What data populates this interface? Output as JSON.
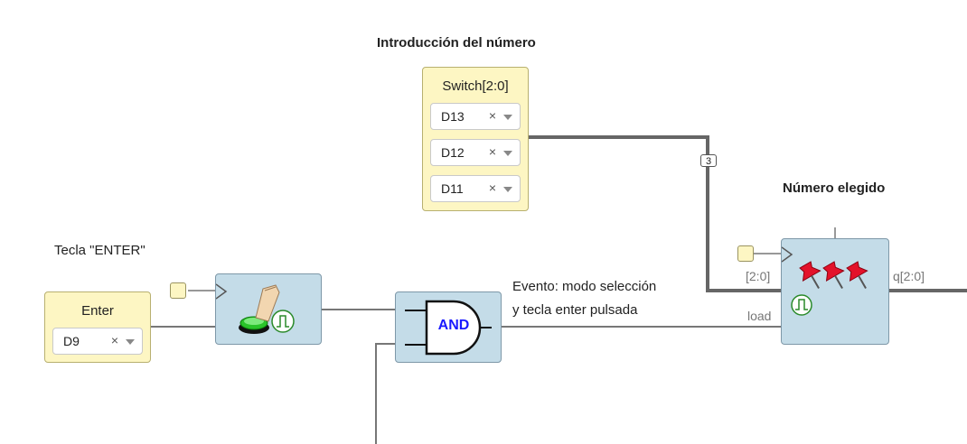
{
  "titles": {
    "number_input": "Introducción del número",
    "chosen_number": "Número elegido",
    "enter_key": "Tecla \"ENTER\""
  },
  "switch_block": {
    "label": "Switch[2:0]",
    "pins": [
      {
        "value": "D13",
        "clear": "×"
      },
      {
        "value": "D12",
        "clear": "×"
      },
      {
        "value": "D11",
        "clear": "×"
      }
    ]
  },
  "enter_block": {
    "label": "Enter",
    "pin": {
      "value": "D9",
      "clear": "×"
    }
  },
  "and_gate": {
    "label": "AND"
  },
  "bus_width": "3",
  "event_text": {
    "line1": "Evento: modo selección",
    "line2": "y tecla enter pulsada"
  },
  "register": {
    "input_port": "[2:0]",
    "load_port": "load",
    "output_port": "q[2:0]"
  },
  "colors": {
    "input_fill": "#fdf6c3",
    "block_fill": "#c4dce8",
    "wire": "#777777",
    "bus": "#666666",
    "and_text": "#1a1aff",
    "pin_red": "#e3122a"
  }
}
